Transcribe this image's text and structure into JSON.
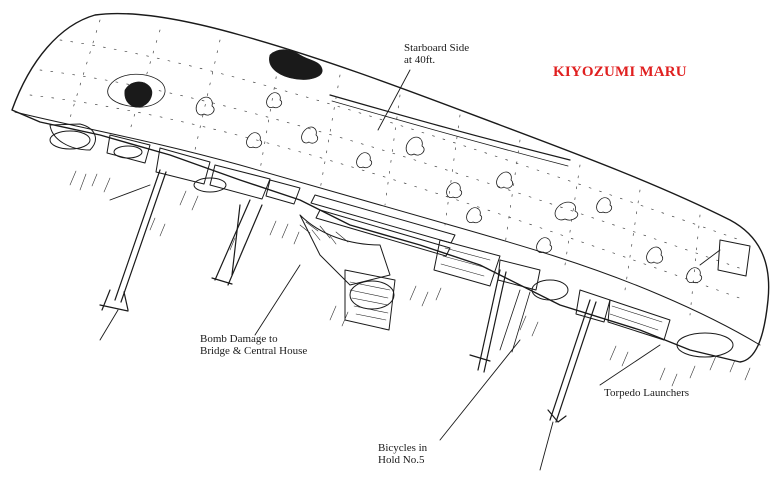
{
  "title": {
    "text": "KIYOZUMI MARU",
    "color": "#e02020"
  },
  "labels": {
    "starboard_line1": "Starboard Side",
    "starboard_line2": "at 40ft.",
    "bomb_line1": "Bomb Damage to",
    "bomb_line2": "Bridge & Central House",
    "torpedo": "Torpedo Launchers",
    "bicycles_line1": "Bicycles in",
    "bicycles_line2": "Hold No.5"
  },
  "colors": {
    "ink": "#1a1a1a",
    "paper": "#ffffff"
  }
}
